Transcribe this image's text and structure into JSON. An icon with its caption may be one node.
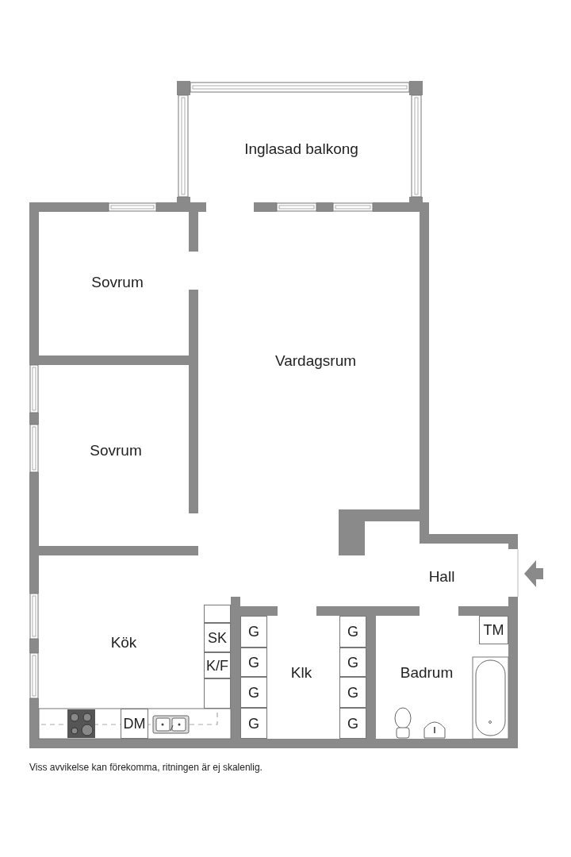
{
  "diagram": {
    "caption": "Viss avvikelse kan förekomma, ritningen är ej skalenlig.",
    "nodes": [
      {
        "text": [],
        "shape": "box"
      },
      {
        "text": [
          "SK"
        ]
      },
      {
        "text": [
          "K/F"
        ]
      },
      {
        "text": [],
        "shape": "box"
      },
      {
        "text": [
          "G"
        ]
      },
      {
        "text": [
          "G"
        ]
      },
      {
        "text": [
          "G"
        ]
      },
      {
        "text": [
          "G"
        ]
      },
      {
        "text": [
          "G"
        ]
      },
      {
        "text": [
          "G"
        ]
      },
      {
        "text": [
          "G"
        ]
      },
      {
        "text": [
          "G"
        ]
      },
      {
        "text": [
          "TM"
        ]
      },
      {
        "text": [
          "DM"
        ]
      }
    ],
    "labels": [
      "Inglasad balkong",
      "Sovrum",
      "Vardagsrum",
      "Sovrum",
      "Kök",
      "Hall",
      "Klk",
      "Badrum"
    ]
  }
}
